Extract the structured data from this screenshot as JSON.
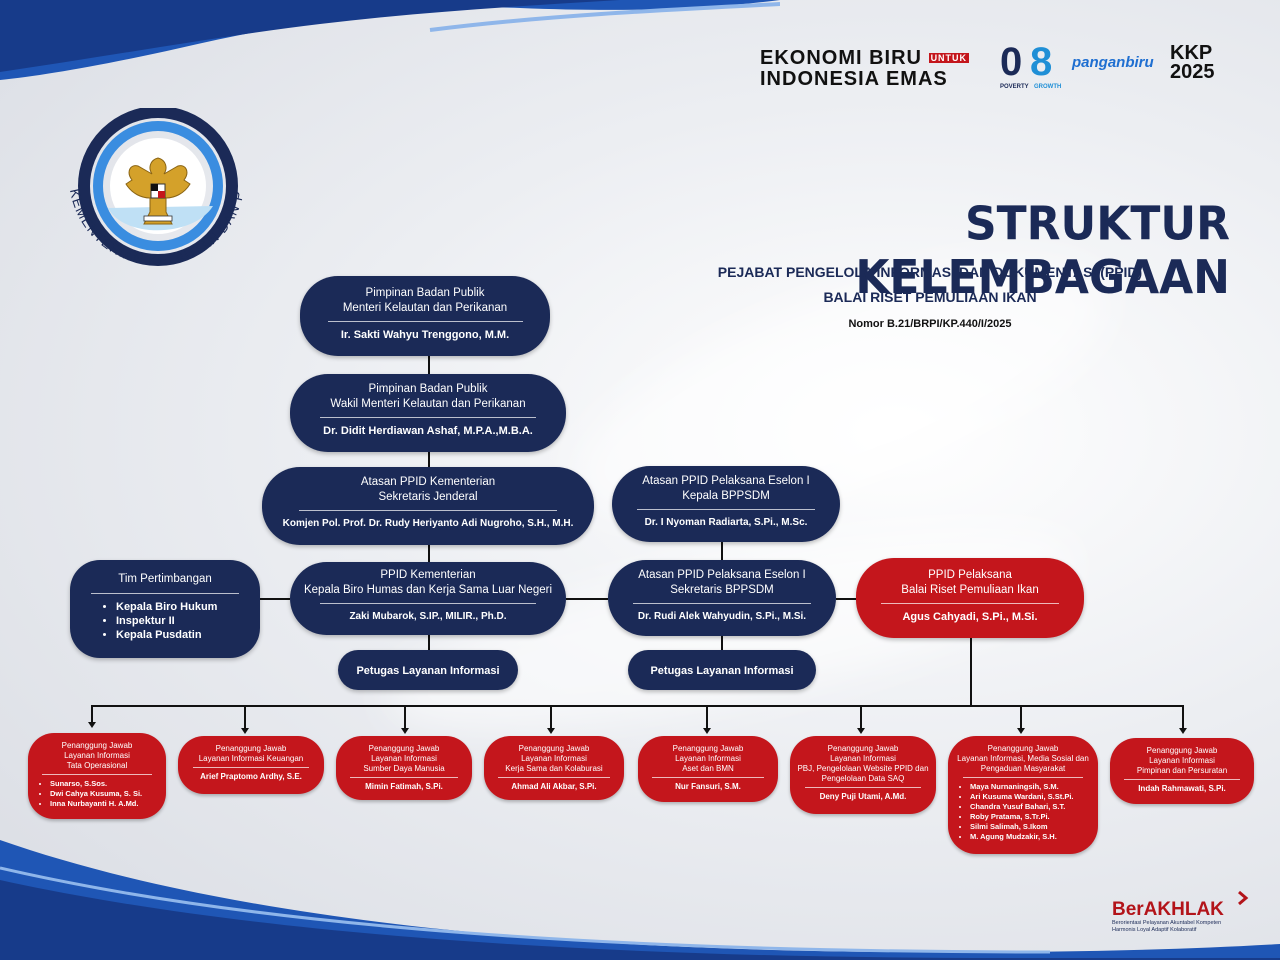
{
  "header": {
    "title": "STRUKTUR KELEMBAGAAN",
    "subtitle_line1": "PEJABAT PENGELOLA INFORMASI DAN DOKUMENTASI (PPID)",
    "subtitle_line2": "BALAI RISET PEMULIAAN IKAN",
    "nomor": "Nomor B.21/BRPI/KP.440/I/2025"
  },
  "logos": {
    "kkp_ring_text": "KEMENTERIAN KELAUTAN DAN PERIKANAN",
    "ekonomi_line1": "EKONOMI BIRU",
    "ekonomi_untuk": "UNTUK",
    "ekonomi_line2": "INDONESIA EMAS",
    "zero": "0",
    "zero_label": "POVERTY",
    "eight": "8",
    "eight_label": "GROWTH",
    "pangan": "panganbiru",
    "kkp_year_top": "KKP",
    "kkp_year_bottom": "2025",
    "berakhlak": "BerAKHLAK",
    "berakhlak_tag1": "Berorientasi Pelayanan Akuntabel Kompeten",
    "berakhlak_tag2": "Harmonis Loyal Adaptif Kolaboratif"
  },
  "colors": {
    "navy": "#1b2a57",
    "red": "#c4161c",
    "blue_brand": "#1f6fd1"
  },
  "org": {
    "menteri": {
      "title1": "Pimpinan Badan Publik",
      "title2": "Menteri Kelautan dan Perikanan",
      "name": "Ir. Sakti Wahyu Trenggono, M.M."
    },
    "wamen": {
      "title1": "Pimpinan Badan Publik",
      "title2": "Wakil Menteri Kelautan dan Perikanan",
      "name": "Dr. Didit Herdiawan Ashaf, M.P.A.,M.B.A."
    },
    "sekjen": {
      "title1": "Atasan PPID Kementerian",
      "title2": "Sekretaris Jenderal",
      "name": "Komjen Pol. Prof. Dr. Rudy Heriyanto Adi Nugroho, S.H., M.H."
    },
    "bppsdm": {
      "title1": "Atasan PPID Pelaksana  Eselon I",
      "title2": "Kepala BPPSDM",
      "name": "Dr. I Nyoman Radiarta, S.Pi., M.Sc."
    },
    "ppid_kem": {
      "title1": "PPID Kementerian",
      "title2": "Kepala Biro Humas dan Kerja Sama Luar Negeri",
      "name": "Zaki Mubarok, S.IP., MILIR., Ph.D."
    },
    "sekre_bppsdm": {
      "title1": "Atasan PPID Pelaksana  Eselon I",
      "title2": "Sekretaris BPPSDM",
      "name": "Dr. Rudi Alek Wahyudin, S.Pi., M.Si."
    },
    "ppid_pelaksana": {
      "title1": "PPID Pelaksana",
      "title2": "Balai Riset Pemuliaan Ikan",
      "name": "Agus Cahyadi, S.Pi., M.Si."
    },
    "tim": {
      "title": "Tim Pertimbangan",
      "items": [
        "Kepala Biro Hukum",
        "Inspektur II",
        "Kepala Pusdatin"
      ]
    },
    "petugas1": "Petugas Layanan Informasi",
    "petugas2": "Petugas Layanan Informasi"
  },
  "pj": [
    {
      "l1": "Penanggung Jawab",
      "l2": "Layanan Informasi",
      "l3": "Tata Operasional",
      "members": [
        "Sunarso, S.Sos.",
        "Dwi Cahya Kusuma, S. Si.",
        "Inna Nurbayanti H. A.Md."
      ]
    },
    {
      "l1": "Penanggung Jawab",
      "l2": "Layanan Informasi Keuangan",
      "l3": "",
      "name": "Arief Praptomo Ardhy, S.E."
    },
    {
      "l1": "Penanggung Jawab",
      "l2": "Layanan Informasi",
      "l3": "Sumber Daya Manusia",
      "name": "Mimin Fatimah, S.Pi."
    },
    {
      "l1": "Penanggung Jawab",
      "l2": "Layanan Informasi",
      "l3": "Kerja Sama dan Kolaburasi",
      "name": "Ahmad Ali Akbar, S.Pi."
    },
    {
      "l1": "Penanggung Jawab",
      "l2": "Layanan Informasi",
      "l3": "Aset dan BMN",
      "name": "Nur Fansuri, S.M."
    },
    {
      "l1": "Penanggung Jawab",
      "l2": "Layanan Informasi",
      "l3": "PBJ, Pengelolaan Website PPID dan",
      "l4": "Pengelolaan Data SAQ",
      "name": "Deny Puji Utami, A.Md."
    },
    {
      "l1": "Penanggung Jawab",
      "l2": "Layanan Informasi, Media Sosial dan",
      "l3": "Pengaduan Masyarakat",
      "members": [
        "Maya Nurnaningsih, S.M.",
        "Ari Kusuma Wardani, S.St.Pi.",
        "Chandra Yusuf Bahari, S.T.",
        "Roby Pratama, S.Tr.Pi.",
        "Silmi Salimah, S.Ikom",
        "M. Agung Mudzakir, S.H."
      ]
    },
    {
      "l1": "Penanggung Jawab",
      "l2": "Layanan Informasi",
      "l3": "Pimpinan dan Persuratan",
      "name": "Indah Rahmawati, S.Pi."
    }
  ]
}
